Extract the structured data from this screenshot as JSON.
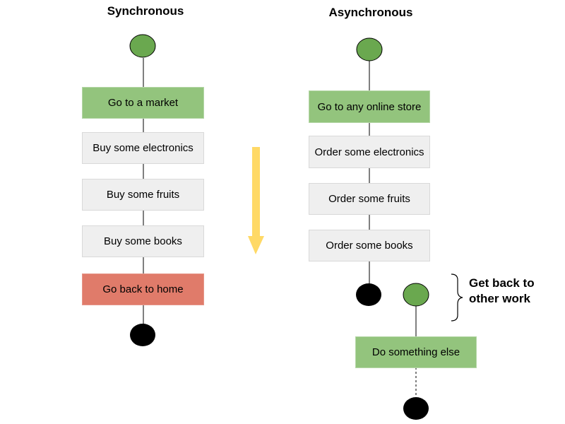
{
  "sync": {
    "title": "Synchronous",
    "steps": [
      "Go to a market",
      "Buy some electronics",
      "Buy some fruits",
      "Buy some books",
      "Go back to home"
    ]
  },
  "async": {
    "title": "Asynchronous",
    "steps": [
      "Go to any online store",
      "Order some electronics",
      "Order some fruits",
      "Order some books"
    ],
    "side_step": "Do something else",
    "note": "Get back to other work"
  },
  "colors": {
    "start_node": "#6aa84f",
    "end_node": "#000000",
    "box_gray": "#efefef",
    "box_green": "#93c47d",
    "box_red": "#e07b6a",
    "arrow": "#ffd966"
  }
}
